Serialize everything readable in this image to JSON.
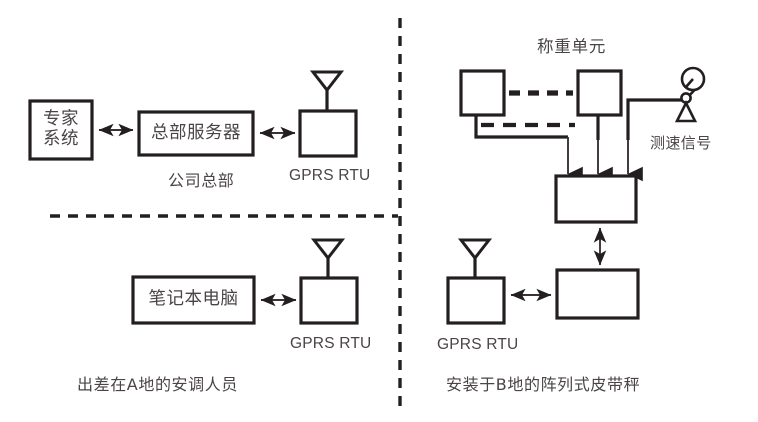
{
  "diagram": {
    "type": "system-architecture-diagram",
    "stroke_color": "#231f20",
    "text_color": "#4a4446",
    "background": "#ffffff"
  },
  "left_top": {
    "expert_system_label": "专家\n系统",
    "server_label": "总部服务器",
    "hq_caption": "公司总部",
    "rtu_label": "GPRS RTU"
  },
  "left_bottom": {
    "laptop_label": "笔记本电脑",
    "rtu_label": "GPRS RTU",
    "caption": "出差在A地的安调人员"
  },
  "right": {
    "title": "称重单元",
    "speed_signal_label": "测速信号",
    "rtu_label": "GPRS RTU",
    "caption": "安装于B地的阵列式皮带秤"
  }
}
